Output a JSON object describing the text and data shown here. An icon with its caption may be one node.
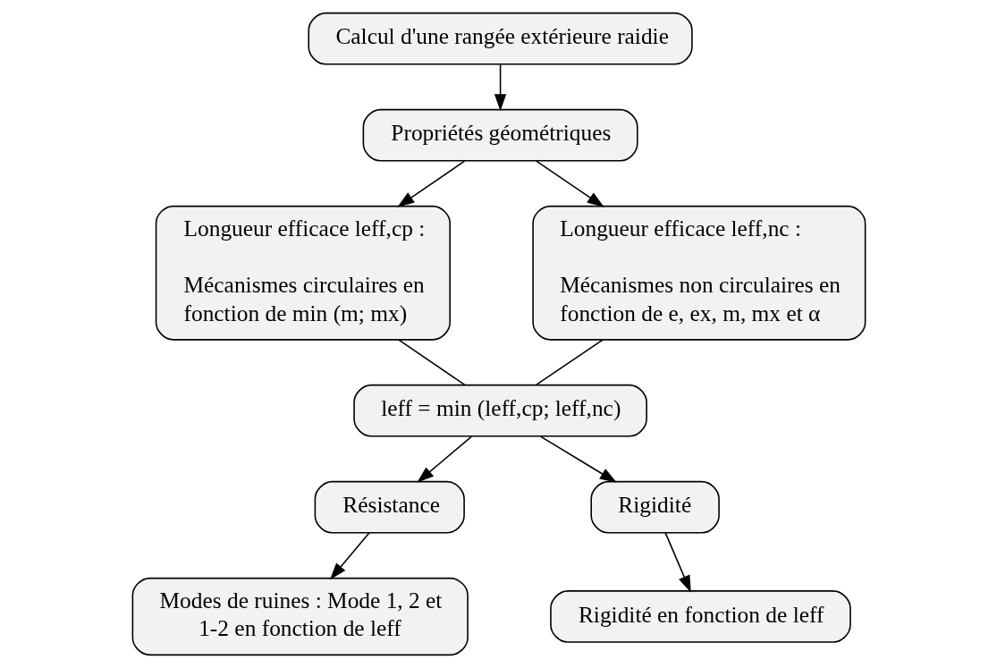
{
  "diagram": {
    "nodes": [
      {
        "text": [
          "Calcul d'une rangée extérieure raidie"
        ]
      },
      {
        "text": [
          "Propriétés géométriques"
        ]
      },
      {
        "text": [
          "Longueur efficace leff,cp :",
          "Mécanismes circulaires en fonction de min (m; mx)"
        ]
      },
      {
        "text": [
          "Longueur efficace leff,nc :",
          "Mécanismes non circulaires en fonction de e, ex, m, mx et α"
        ]
      },
      {
        "text": [
          "leff = min (leff,cp; leff,nc)"
        ]
      },
      {
        "text": [
          "Résistance"
        ]
      },
      {
        "text": [
          "Rigidité"
        ]
      },
      {
        "text": [
          "Modes de ruines : Mode 1, 2 et 1-2 en fonction de leff"
        ]
      },
      {
        "text": [
          "Rigidité en fonction de leff"
        ]
      }
    ],
    "edges": [
      {
        "from": 0,
        "to": 1,
        "arrow": "to"
      },
      {
        "from": 1,
        "to": 2,
        "arrow": "to"
      },
      {
        "from": 1,
        "to": 3,
        "arrow": "to"
      },
      {
        "from": 2,
        "to": 4,
        "arrow": "none"
      },
      {
        "from": 3,
        "to": 4,
        "arrow": "none"
      },
      {
        "from": 4,
        "to": 5,
        "arrow": "to"
      },
      {
        "from": 4,
        "to": 6,
        "arrow": "to"
      },
      {
        "from": 5,
        "to": 7,
        "arrow": "to"
      },
      {
        "from": 6,
        "to": 8,
        "arrow": "to"
      }
    ]
  }
}
